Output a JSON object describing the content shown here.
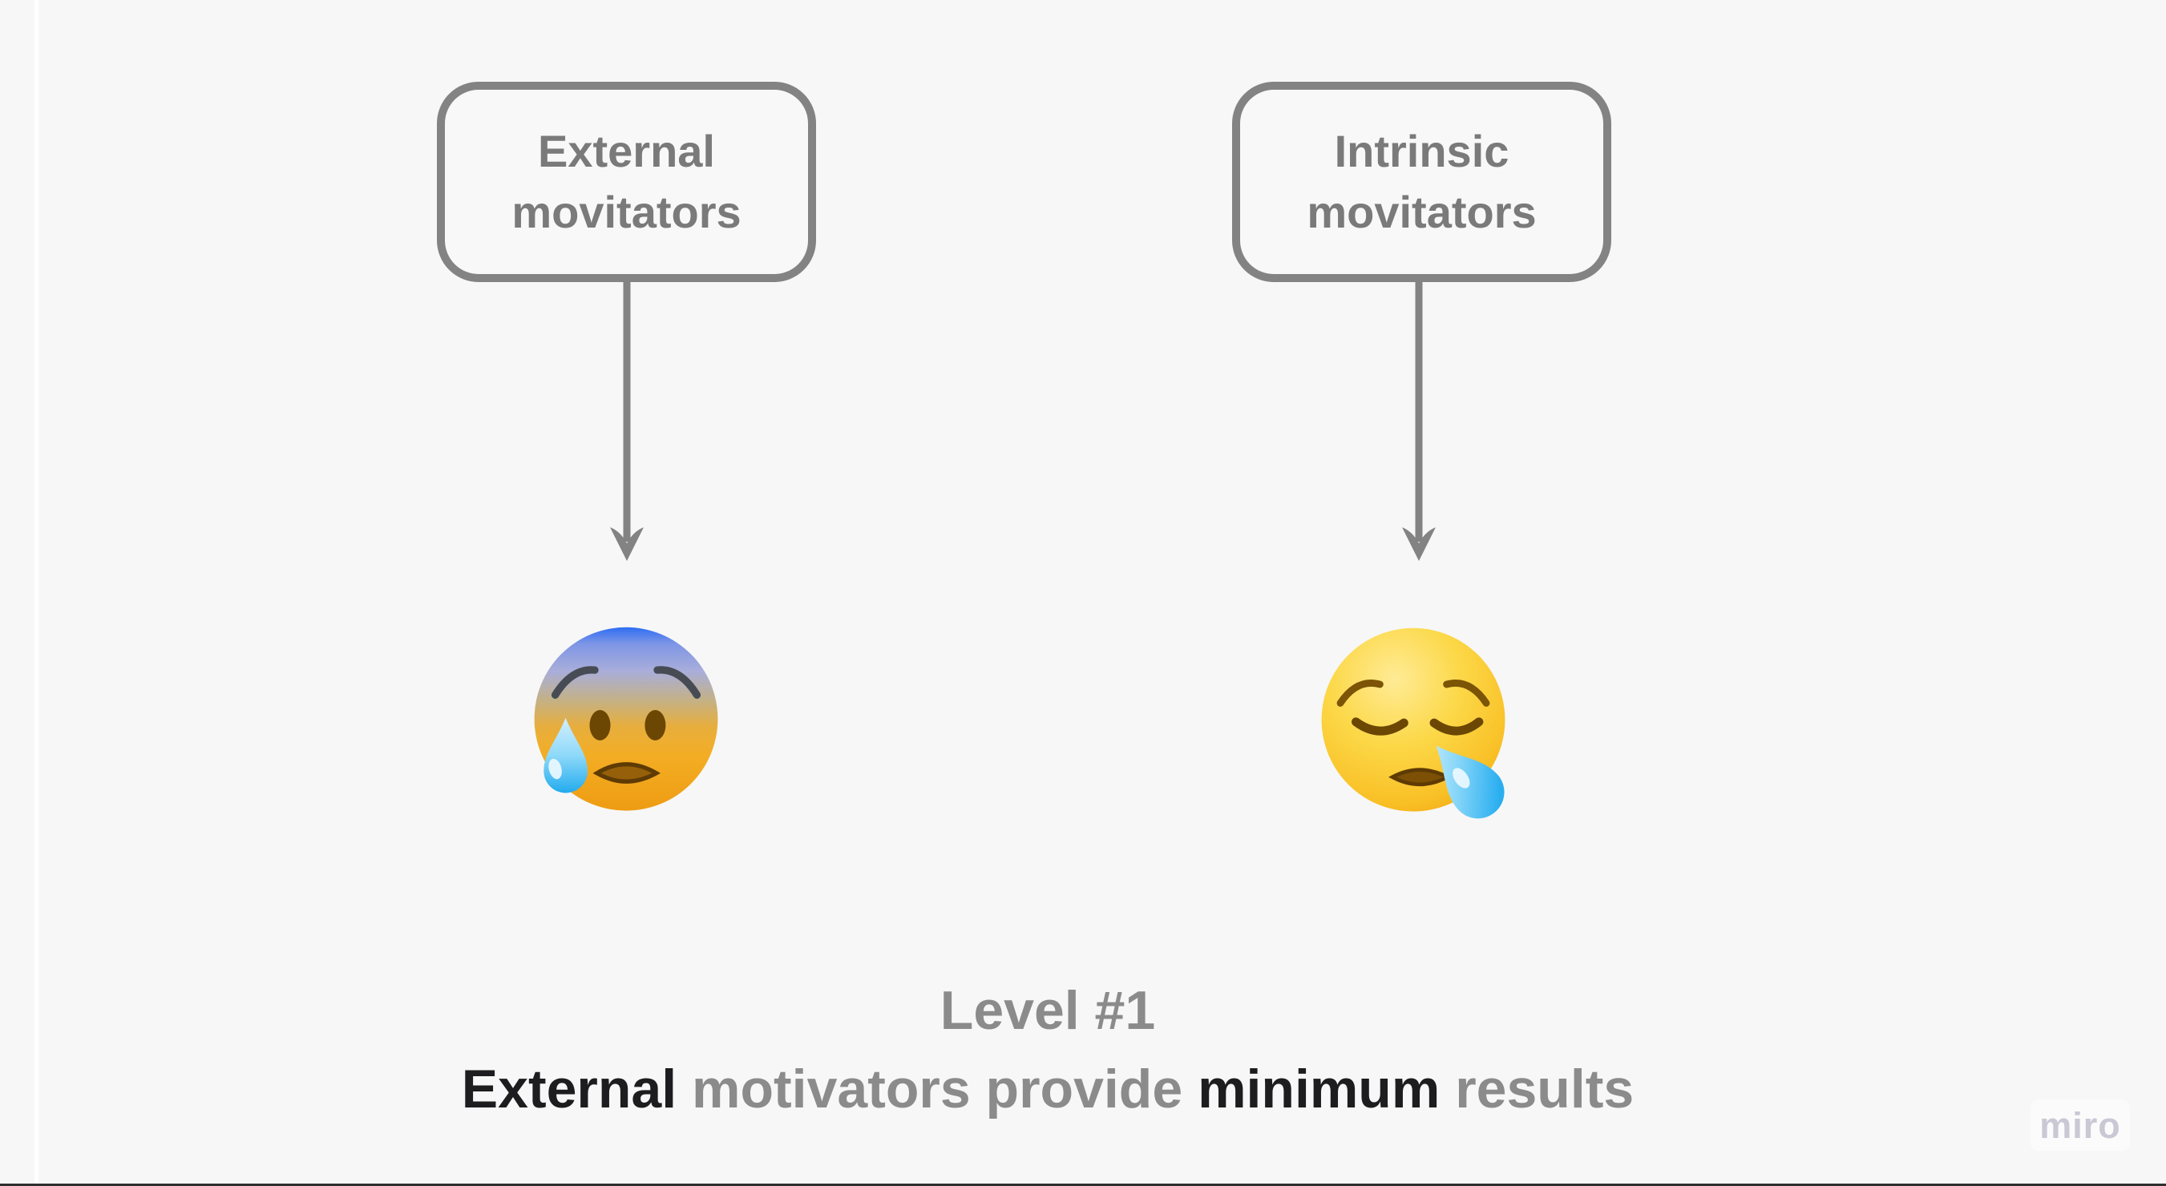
{
  "board": {
    "watermark": "miro",
    "background_color": "#f7f7f7"
  },
  "shapes": [
    {
      "id": "external",
      "lines": [
        "External",
        "movitators"
      ]
    },
    {
      "id": "intrinsic",
      "lines": [
        "Intrinsic",
        "movitators"
      ]
    }
  ],
  "connectors": [
    {
      "from": "external",
      "to": "anxious-face-with-sweat-emoji",
      "direction": "down"
    },
    {
      "from": "intrinsic",
      "to": "sleepy-face-emoji",
      "direction": "down"
    }
  ],
  "emojis": [
    {
      "name": "anxious-face-with-sweat",
      "char": "😰"
    },
    {
      "name": "sleepy-face",
      "char": "😪"
    }
  ],
  "caption": {
    "line1": "Level #1",
    "line2": [
      {
        "text": "External ",
        "dark": true
      },
      {
        "text": "motivators provide ",
        "dark": false
      },
      {
        "text": "minimum ",
        "dark": true
      },
      {
        "text": "results",
        "dark": false
      }
    ]
  },
  "colors": {
    "shape_border": "#838383",
    "shape_label": "#7a7a7a",
    "arrow": "#838383",
    "caption_muted": "#8b8b8b",
    "caption_dark": "#1d1d1f",
    "watermark": "#c9c8d4",
    "frame_edge": "#ffffff",
    "bottom_edge": "#2f2f2f"
  }
}
